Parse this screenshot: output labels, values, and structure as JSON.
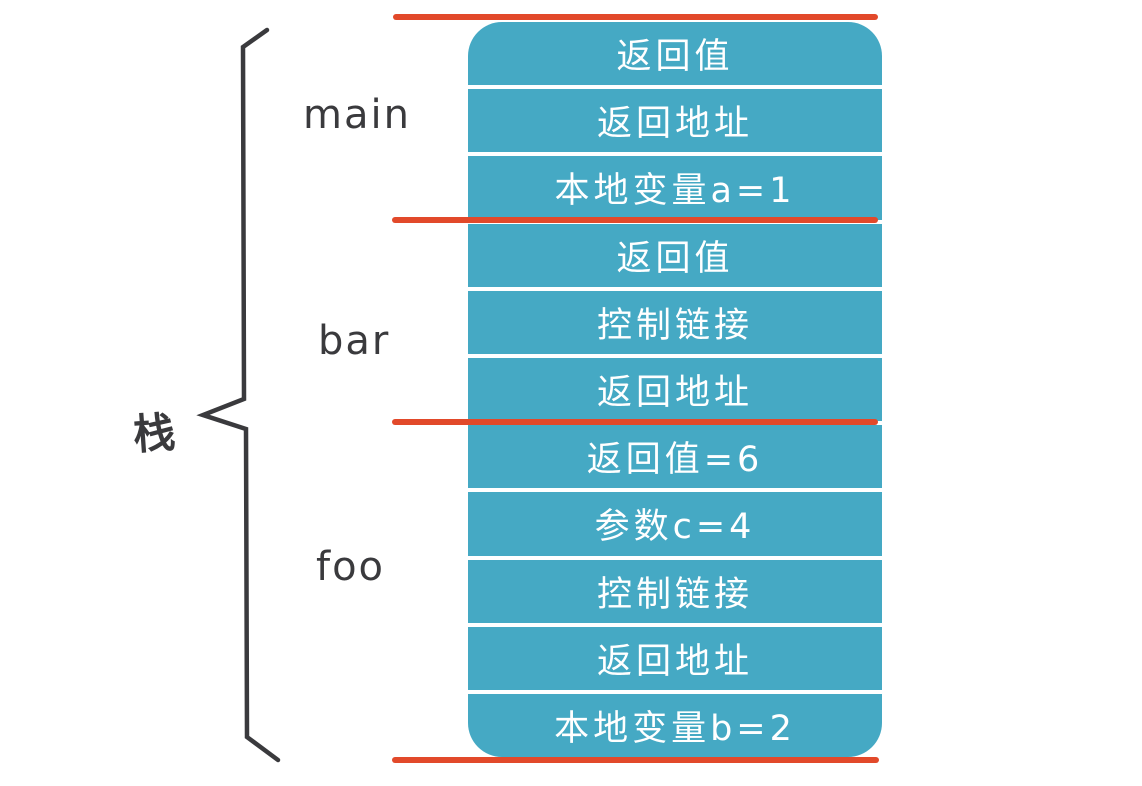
{
  "diagram": {
    "title": "call-stack-frames",
    "stack_label": "栈",
    "frames": [
      {
        "name": "main",
        "slots": [
          "返回值",
          "返回地址",
          "本地变量a=1"
        ]
      },
      {
        "name": "bar",
        "slots": [
          "返回值",
          "控制链接",
          "返回地址"
        ]
      },
      {
        "name": "foo",
        "slots": [
          "返回值=6",
          "参数c=4",
          "控制链接",
          "返回地址",
          "本地变量b=2"
        ]
      }
    ],
    "colors": {
      "slot_fill": "#45a9c4",
      "divider_line": "#e2492a",
      "slot_text": "#ffffff",
      "label_text": "#3a3a3d",
      "brace_stroke": "#3a3a3d"
    }
  }
}
